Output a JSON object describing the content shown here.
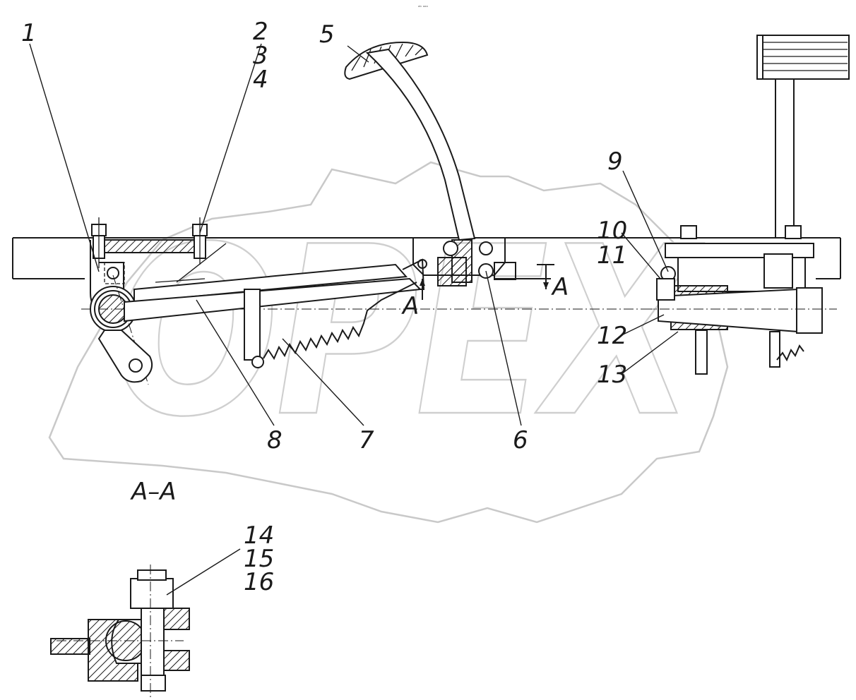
{
  "header_mark": "ᵃᵇ ᵃᵃᵃ",
  "section_title": "А–А",
  "watermark": "OPEX",
  "section_marker": "А",
  "callouts": {
    "c1": "1",
    "c2": "2",
    "c3": "3",
    "c4": "4",
    "c5": "5",
    "c6": "6",
    "c7": "7",
    "c8": "8",
    "c9": "9",
    "c10": "10",
    "c11": "11",
    "c12": "12",
    "c13": "13",
    "c14": "14",
    "c15": "15",
    "c16": "16"
  }
}
